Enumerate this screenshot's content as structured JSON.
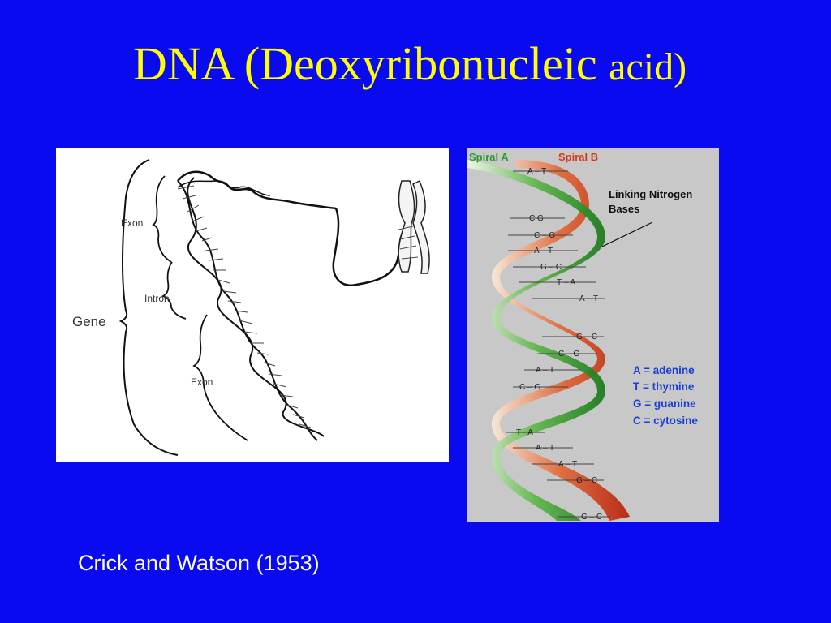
{
  "slide": {
    "title_main": "DNA (Deoxyribonucleic ",
    "title_tail": "acid)",
    "caption": "Crick and Watson (1953)"
  },
  "gene_figure": {
    "labels": {
      "exon_top": "Exon",
      "intron": "Intron",
      "gene": "Gene",
      "exon_bottom": "Exon"
    }
  },
  "helix_figure": {
    "spiral_a": "Spiral A",
    "spiral_b": "Spiral B",
    "linking_line1": "Linking Nitrogen",
    "linking_line2": "Bases",
    "pairs": [
      "A – T",
      "C G",
      "C – G",
      "A – T",
      "G – C",
      "T – A",
      "A – T",
      "G – C",
      "C – G",
      "A – T",
      "C – G",
      "T - A",
      "A – T",
      "A – T",
      "G – C",
      "G – C"
    ],
    "legend": [
      "A = adenine",
      "T = thymine",
      "G = guanine",
      "C = cytosine"
    ],
    "colors": {
      "spiral_a": "#2e9a2e",
      "spiral_b": "#d43a1a",
      "legend_text": "#1a3fd6"
    }
  }
}
